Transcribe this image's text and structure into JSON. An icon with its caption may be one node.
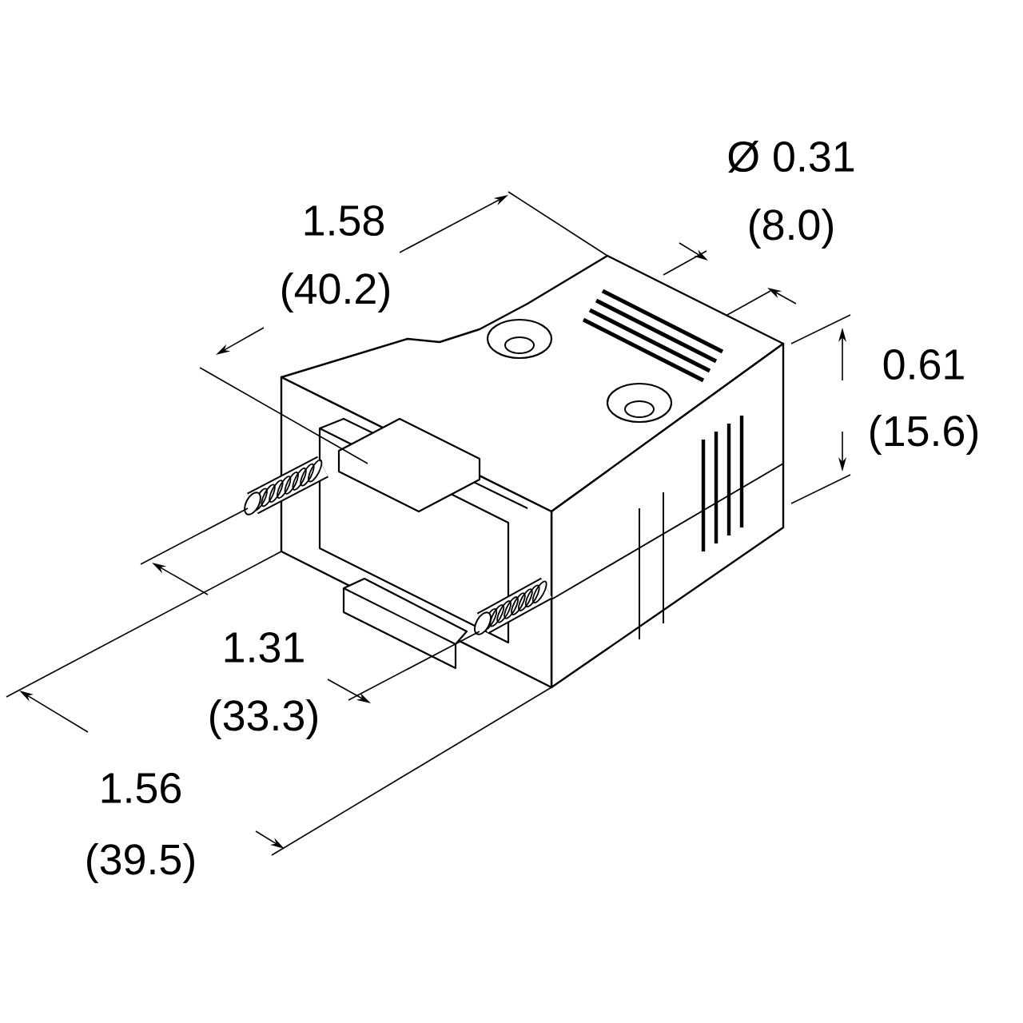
{
  "diagram": {
    "labels": [
      "1.58",
      "(40.2)",
      "Ø 0.31",
      "(8.0)",
      "0.61",
      "(15.6)",
      "1.31",
      "(33.3)",
      "1.56",
      "(39.5)"
    ]
  }
}
